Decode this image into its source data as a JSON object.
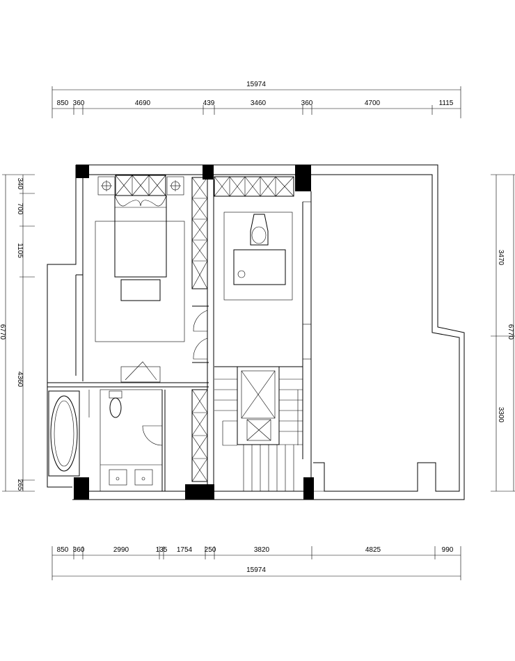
{
  "dimensions": {
    "top_total": "15974",
    "top_segments": [
      "850",
      "360",
      "4690",
      "439",
      "3460",
      "360",
      "4700",
      "1115"
    ],
    "bottom_segments": [
      "850",
      "360",
      "2990",
      "135",
      "1754",
      "250",
      "3820",
      "4825",
      "990"
    ],
    "bottom_total": "15974",
    "left_segments": [
      "340",
      "700",
      "1105",
      "4360",
      "265"
    ],
    "left_total": "6770",
    "right_segments": [
      "3470",
      "3300"
    ],
    "right_total": "6770"
  }
}
